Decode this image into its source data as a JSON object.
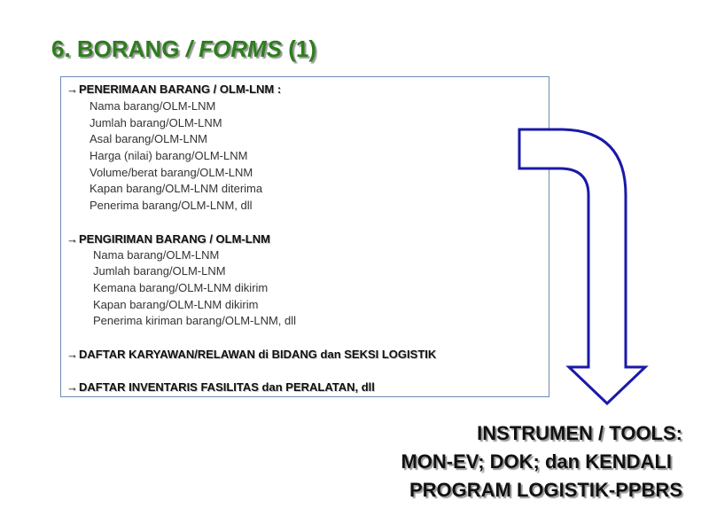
{
  "title": {
    "number": "6. BORANG ",
    "separator": "/",
    "forms": "FORMS",
    "suffix": " (1)"
  },
  "sections": {
    "penerimaan": {
      "arrow": "→",
      "heading": "PENERIMAAN BARANG / OLM-LNM :",
      "items": [
        "Nama barang/OLM-LNM",
        "Jumlah barang/OLM-LNM",
        "Asal barang/OLM-LNM",
        "Harga (nilai) barang/OLM-LNM",
        "Volume/berat barang/OLM-LNM",
        "Kapan barang/OLM-LNM diterima",
        "Penerima barang/OLM-LNM, dll"
      ]
    },
    "pengiriman": {
      "arrow": "→",
      "heading": "PENGIRIMAN BARANG / OLM-LNM",
      "items": [
        "Nama barang/OLM-LNM",
        "Jumlah barang/OLM-LNM",
        "Kemana barang/OLM-LNM dikirim",
        "Kapan barang/OLM-LNM dikirim",
        "Penerima kiriman barang/OLM-LNM, dll"
      ]
    },
    "karyawan": {
      "arrow": "→",
      "heading": "DAFTAR KARYAWAN/RELAWAN di BIDANG dan SEKSI  LOGISTIK"
    },
    "inventaris": {
      "arrow": "→",
      "heading": "DAFTAR INVENTARIS FASILITAS dan PERALATAN, dll"
    }
  },
  "instrument": {
    "line1": "INSTRUMEN / TOOLS:",
    "line2": "MON-EV; DOK; dan KENDALI",
    "line3": "PROGRAM LOGISTIK-PPBRS"
  },
  "colors": {
    "title": "#2e7d1e",
    "arrow_stroke": "#1a1aa8",
    "box_border": "#6d8cb0"
  },
  "icons": {
    "bullet": "right-arrow-icon",
    "flow": "bent-down-arrow-icon"
  }
}
